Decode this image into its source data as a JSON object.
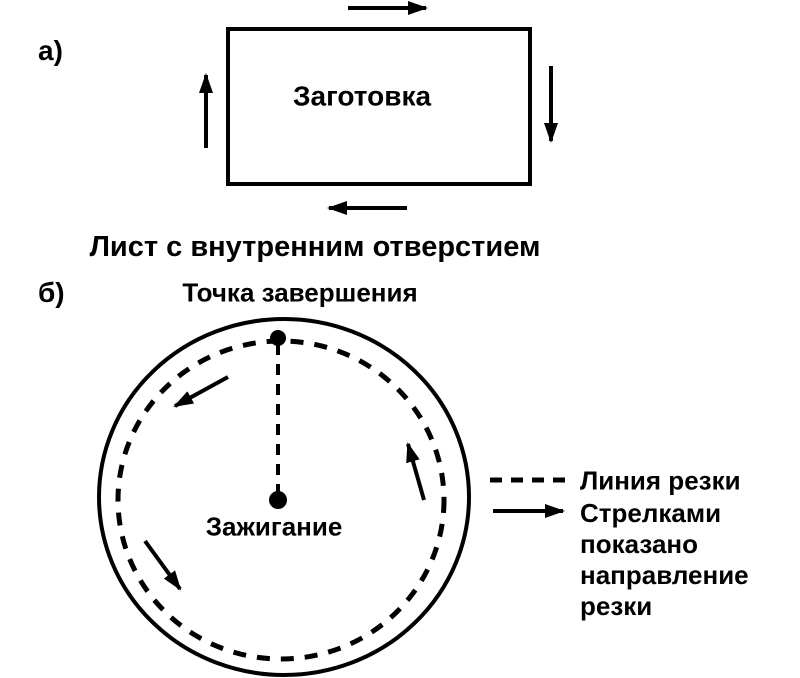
{
  "colors": {
    "ink": "#000000",
    "background": "#ffffff"
  },
  "figure_a": {
    "index_label": "а)",
    "workpiece_label": "Заготовка",
    "caption": "Лист с внутренним отверстием",
    "cut_direction": "clockwise"
  },
  "figure_b": {
    "index_label": "б)",
    "completion_point_label": "Точка завершения",
    "ignition_label": "Зажигание",
    "cut_direction": "counterclockwise"
  },
  "legend": {
    "dashed_line_label": "Линия резки",
    "arrow_label": "Стрелками показано направление резки"
  }
}
